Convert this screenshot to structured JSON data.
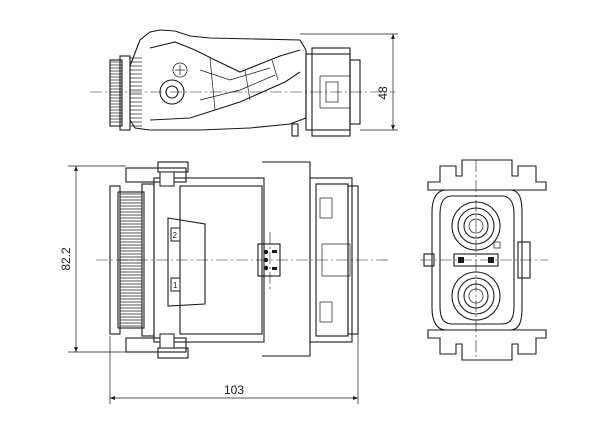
{
  "dimensions": {
    "height_side": "48",
    "height_front": "82.2",
    "width_front": "103"
  },
  "markers": {
    "pin_2": "2",
    "pin_1": "1"
  }
}
